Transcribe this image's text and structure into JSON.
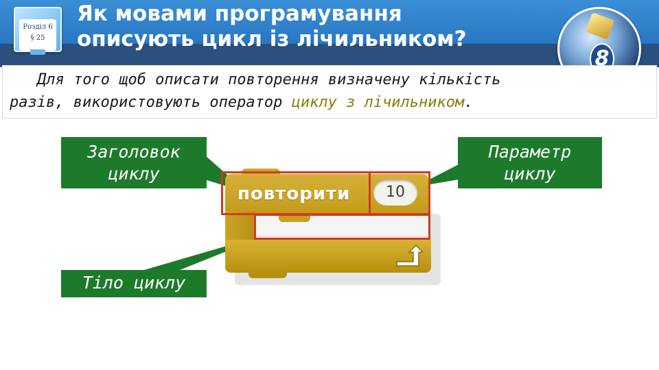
{
  "header": {
    "section_badge": {
      "chapter": "Розділ 6",
      "paragraph": "§ 25"
    },
    "title_line1": "Як мовами програмування",
    "title_line2": "описують цикл із лічильником?",
    "grade_number": "8"
  },
  "intro": {
    "line1": "Для того щоб описати повторення визначену кількість",
    "line2_prefix": "разів, використовують оператор ",
    "line2_highlight": "циклу з лічильником",
    "line2_suffix": "."
  },
  "labels": {
    "head_line1": "Заголовок",
    "head_line2": "циклу",
    "param_line1": "Параметр",
    "param_line2": "циклу",
    "body": "Тіло циклу"
  },
  "block": {
    "keyword": "повторити",
    "count": "10"
  },
  "colors": {
    "header_blue": "#2a76c2",
    "label_green": "#1e7a2b",
    "block_gold": "#c9a21f",
    "highlight_red": "#d23b1e",
    "highlight_text": "#8a7d0d"
  }
}
